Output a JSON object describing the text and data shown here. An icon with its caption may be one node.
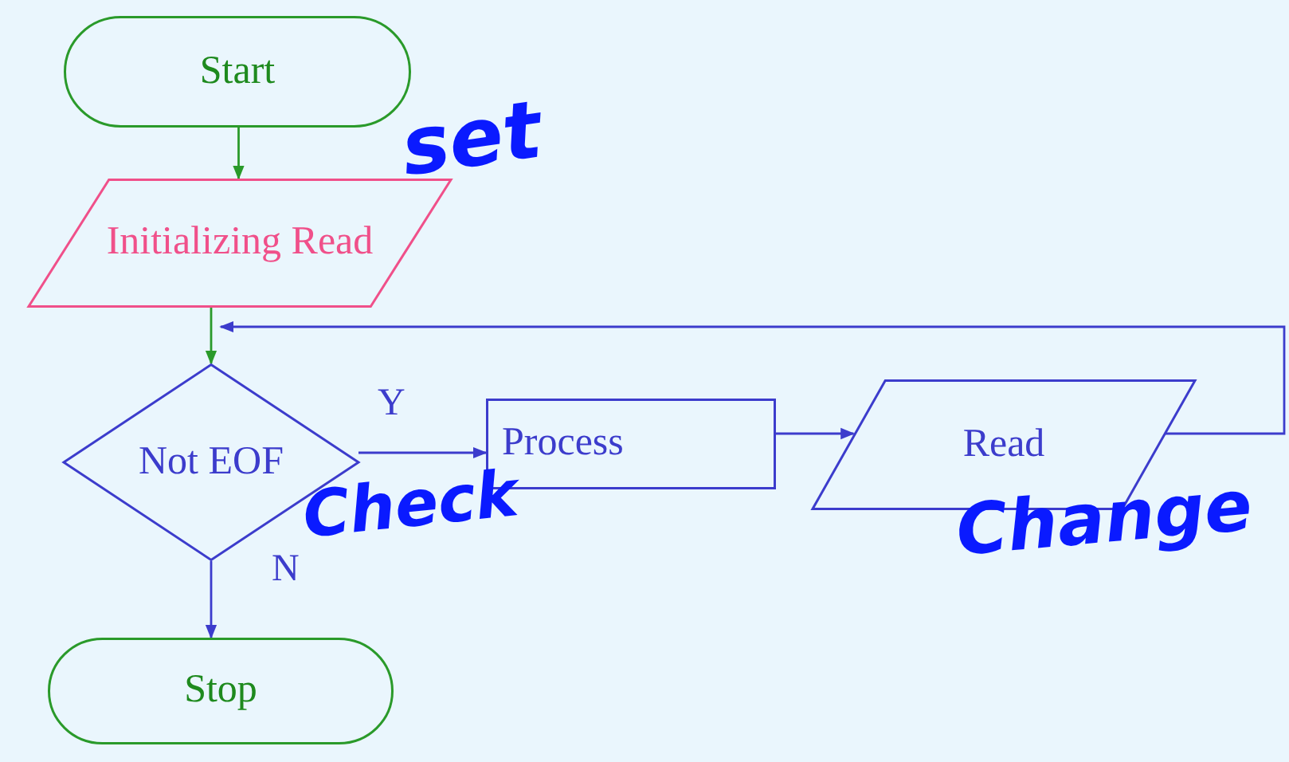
{
  "diagram": {
    "nodes": [
      {
        "text": [
          "Start"
        ]
      },
      {
        "text": [
          "Initializing Read"
        ]
      },
      {
        "text": [
          "Not EOF"
        ]
      },
      {
        "text": [
          "Process"
        ]
      },
      {
        "text": [
          "Read"
        ]
      },
      {
        "text": [
          "Stop"
        ]
      }
    ],
    "edges": [
      {
        "from": 0,
        "to": 1,
        "arrow": "to",
        "color": "#2a9a2a"
      },
      {
        "from": 1,
        "to": 2,
        "arrow": "to",
        "color": "#2a9a2a"
      },
      {
        "from": 2,
        "to": 3,
        "arrow": "to",
        "label": "Y"
      },
      {
        "from": 3,
        "to": 4,
        "arrow": "to"
      },
      {
        "from": 4,
        "to": 2,
        "arrow": "to"
      },
      {
        "from": 2,
        "to": 5,
        "arrow": "to",
        "label": "N"
      }
    ],
    "labels": [
      "set",
      "Check",
      "Change"
    ]
  }
}
